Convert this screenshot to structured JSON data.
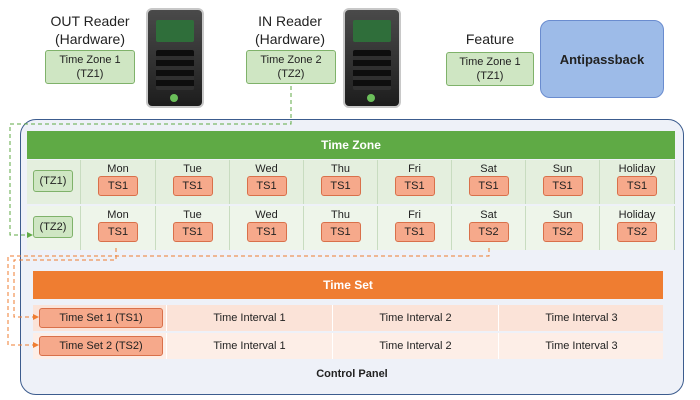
{
  "out_reader": {
    "label_line1": "OUT Reader",
    "label_line2": "(Hardware)",
    "zone_line1": "Time Zone 1",
    "zone_line2": "(TZ1)"
  },
  "in_reader": {
    "label_line1": "IN Reader",
    "label_line2": "(Hardware)",
    "zone_line1": "Time Zone 2",
    "zone_line2": "(TZ2)"
  },
  "feature": {
    "label": "Feature",
    "zone_line1": "Time Zone 1",
    "zone_line2": "(TZ1)"
  },
  "antipassback": {
    "label": "Antipassback"
  },
  "time_zone": {
    "header": "Time Zone",
    "rows": [
      {
        "id": "(TZ1)",
        "days": [
          "Mon",
          "Tue",
          "Wed",
          "Thu",
          "Fri",
          "Sat",
          "Sun",
          "Holiday"
        ],
        "sets": [
          "TS1",
          "TS1",
          "TS1",
          "TS1",
          "TS1",
          "TS1",
          "TS1",
          "TS1"
        ]
      },
      {
        "id": "(TZ2)",
        "days": [
          "Mon",
          "Tue",
          "Wed",
          "Thu",
          "Fri",
          "Sat",
          "Sun",
          "Holiday"
        ],
        "sets": [
          "TS1",
          "TS1",
          "TS1",
          "TS1",
          "TS1",
          "TS2",
          "TS2",
          "TS2"
        ]
      }
    ]
  },
  "time_set": {
    "header": "Time Set",
    "rows": [
      {
        "name": "Time Set 1 (TS1)",
        "intervals": [
          "Time Interval 1",
          "Time Interval 2",
          "Time Interval 3"
        ]
      },
      {
        "name": "Time Set 2 (TS2)",
        "intervals": [
          "Time Interval 1",
          "Time Interval 2",
          "Time Interval 3"
        ]
      }
    ]
  },
  "panel": {
    "label": "Control Panel"
  },
  "colors": {
    "green": "#5faa45",
    "orange": "#ef7d31",
    "blue_box": "#9dbbe8",
    "panel_border": "#3c5c8e"
  }
}
